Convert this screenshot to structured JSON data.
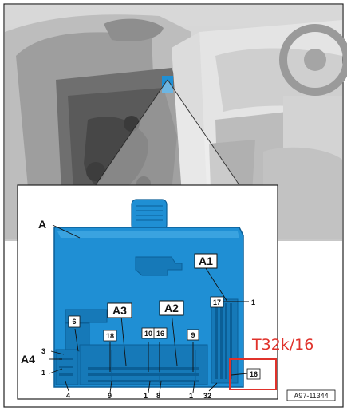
{
  "labels": {
    "main": "A",
    "connector_a1": "A1",
    "connector_a2": "A2",
    "connector_a3": "A3",
    "connector_a4": "A4",
    "callout": "T32k/16",
    "reference": "A97-11344"
  },
  "pins": {
    "a1_start": "17",
    "a1_end": "1",
    "a1_last": "32",
    "a1_pin": "16",
    "a2_left": "16",
    "a2_left_bottom": "8",
    "a2_right": "9",
    "a2_right_bottom": "1",
    "a3_left": "18",
    "a3_left_bottom": "9",
    "a3_right": "10",
    "a3_right_bottom": "1",
    "a4_top": "3",
    "a4_bottom": "1",
    "a4_last": "4",
    "small_connector": "6"
  },
  "colors": {
    "module_blue": "#1f8fd4",
    "module_dark": "#0b5f97",
    "callout_red": "#e0322b"
  }
}
